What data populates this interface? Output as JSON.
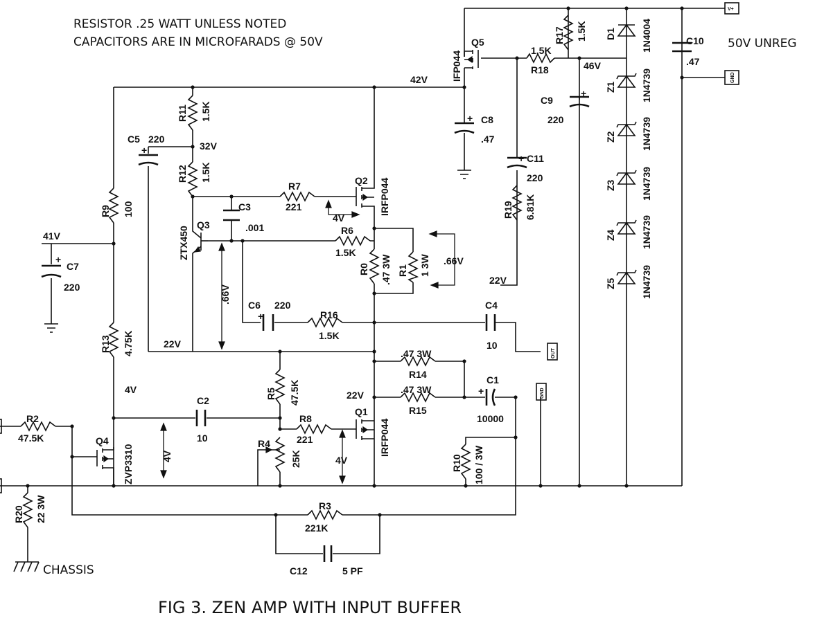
{
  "notes": {
    "line1": "RESISTOR  .25 WATT UNLESS NOTED",
    "line2": "CAPACITORS ARE IN MICROFARADS @ 50V"
  },
  "figure_title": "FIG 3.  ZEN AMP WITH INPUT BUFFER",
  "supply_label": "50V UNREG",
  "chassis_label": "CHASSIS",
  "terminals": {
    "vplus": "V+",
    "gnd_top": "GND",
    "out": "OUT",
    "gnd_out": "GND"
  },
  "components": {
    "R0": {
      "ref": "R0",
      "val": ".47 3W"
    },
    "R1": {
      "ref": "R1",
      "val": "1 3W"
    },
    "R2": {
      "ref": "R2",
      "val": "47.5K"
    },
    "R3": {
      "ref": "R3",
      "val": "221K"
    },
    "R4": {
      "ref": "R4",
      "val": "25K"
    },
    "R5": {
      "ref": "R5",
      "val": "47.5K"
    },
    "R6": {
      "ref": "R6",
      "val": "1.5K"
    },
    "R7": {
      "ref": "R7",
      "val": "221"
    },
    "R8": {
      "ref": "R8",
      "val": "221"
    },
    "R9": {
      "ref": "R9",
      "val": "100"
    },
    "R10": {
      "ref": "R10",
      "val": "100 / 3W"
    },
    "R11": {
      "ref": "R11",
      "val": "1.5K"
    },
    "R12": {
      "ref": "R12",
      "val": "1.5K"
    },
    "R13": {
      "ref": "R13",
      "val": "4.75K"
    },
    "R14": {
      "ref": "R14",
      "val": ".47 3W"
    },
    "R15": {
      "ref": "R15",
      "val": ".47 3W"
    },
    "R16": {
      "ref": "R16",
      "val": "1.5K"
    },
    "R17": {
      "ref": "R17",
      "val": "1.5K"
    },
    "R18": {
      "ref": "R18",
      "val": "1.5K"
    },
    "R19": {
      "ref": "R19",
      "val": "6.81K"
    },
    "R20": {
      "ref": "R20",
      "val": "22 3W"
    },
    "C1": {
      "ref": "C1",
      "val": "10000"
    },
    "C2": {
      "ref": "C2",
      "val": "10"
    },
    "C3": {
      "ref": "C3",
      "val": ".001"
    },
    "C4": {
      "ref": "C4",
      "val": "10"
    },
    "C5": {
      "ref": "C5",
      "val": "220"
    },
    "C6": {
      "ref": "C6",
      "val": "220"
    },
    "C7": {
      "ref": "C7",
      "val": "220"
    },
    "C8": {
      "ref": "C8",
      "val": ".47"
    },
    "C9": {
      "ref": "C9",
      "val": "220"
    },
    "C10": {
      "ref": "C10",
      "val": ".47"
    },
    "C11": {
      "ref": "C11",
      "val": "220"
    },
    "C12": {
      "ref": "C12",
      "val": "5 PF"
    },
    "Q1": {
      "ref": "Q1",
      "val": "IRFP044"
    },
    "Q2": {
      "ref": "Q2",
      "val": "IRFP044"
    },
    "Q3": {
      "ref": "Q3",
      "val": "ZTX450"
    },
    "Q4": {
      "ref": "Q4",
      "val": "ZVP3310"
    },
    "Q5": {
      "ref": "Q5",
      "val": "IFP044"
    },
    "D1": {
      "ref": "D1",
      "val": "1N4004"
    },
    "Z1": {
      "ref": "Z1",
      "val": "1N4739"
    },
    "Z2": {
      "ref": "Z2",
      "val": "1N4739"
    },
    "Z3": {
      "ref": "Z3",
      "val": "1N4739"
    },
    "Z4": {
      "ref": "Z4",
      "val": "1N4739"
    },
    "Z5": {
      "ref": "Z5",
      "val": "1N4739"
    }
  },
  "voltages": {
    "v42": "42V",
    "v46": "46V",
    "v41": "41V",
    "v32": "32V",
    "v22_a": "22V",
    "v22_b": "22V",
    "v22_c": "22V",
    "v4_a": "4V",
    "v4_b": "4V",
    "v4_c": "4V",
    "v4_d": "4V",
    "v066_a": ".66V",
    "v066_b": ".66V"
  }
}
